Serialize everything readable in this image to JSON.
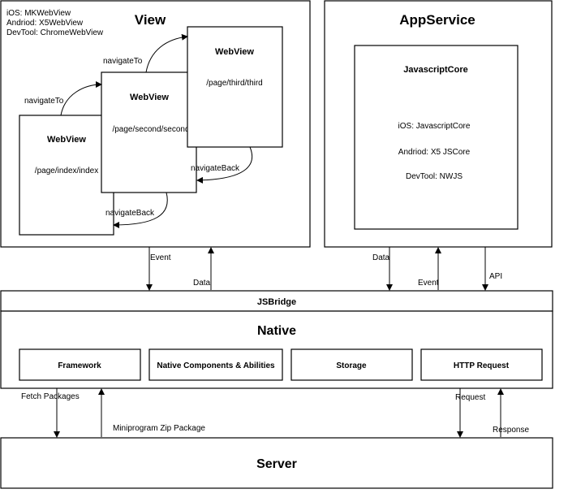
{
  "view": {
    "title": "View",
    "platforms": [
      "iOS: MKWebView",
      "Andriod: X5WebView",
      "DevTool: ChromeWebView"
    ],
    "webviews": [
      {
        "title": "WebView",
        "path": "/page/index/index"
      },
      {
        "title": "WebView",
        "path": "/page/second/second"
      },
      {
        "title": "WebView",
        "path": "/page/third/third"
      }
    ],
    "navigate_to": [
      "navigateTo",
      "navigateTo"
    ],
    "navigate_back": [
      "navigateBack",
      "navigateBack"
    ]
  },
  "appservice": {
    "title": "AppService",
    "core_title": "JavascriptCore",
    "platforms": [
      "iOS: JavascriptCore",
      "Andriod: X5 JSCore",
      "DevTool: NWJS"
    ]
  },
  "links": {
    "view_event": "Event",
    "view_data": "Data",
    "app_data": "Data",
    "app_event": "Event",
    "app_api": "API"
  },
  "jsbridge": {
    "title": "JSBridge"
  },
  "native": {
    "title": "Native",
    "modules": [
      "Framework",
      "Native Components & Abilities",
      "Storage",
      "HTTP Request"
    ]
  },
  "server_links": {
    "fetch": "Fetch Packages",
    "zip": "Miniprogram Zip Package",
    "request": "Request",
    "response": "Response"
  },
  "server": {
    "title": "Server"
  }
}
